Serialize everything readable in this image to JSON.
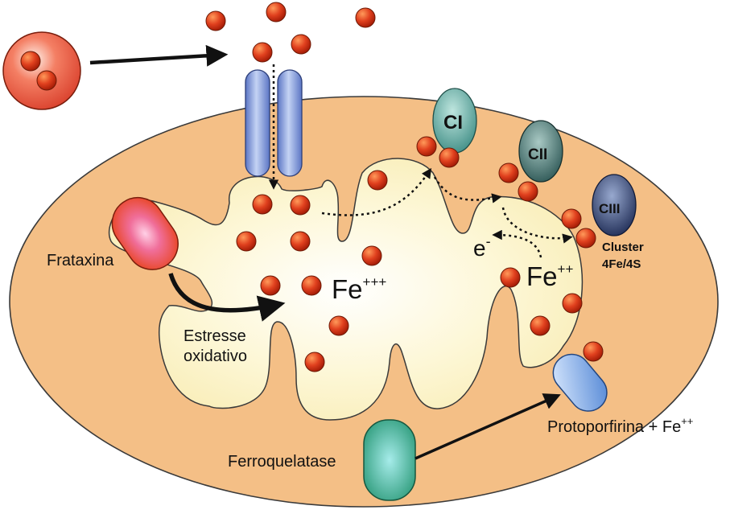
{
  "labels": {
    "frataxina": "Frataxina",
    "estresse_line1": "Estresse",
    "estresse_line2": "oxidativo",
    "fe3_base": "Fe",
    "fe3_sup": "+++",
    "fe2_base": "Fe",
    "fe2_sup": "++",
    "electron_base": "e",
    "electron_sup": "-",
    "cluster_line1": "Cluster",
    "cluster_line2": "4Fe/4S",
    "ferroquelatase": "Ferroquelatase",
    "protoporfirina": "Protoporfirina + Fe",
    "protoporfirina_sup": "++"
  },
  "complexes": {
    "c1": "CI",
    "c2": "CII",
    "c3": "CIII"
  },
  "colors": {
    "outer_membrane": "#f4bf86",
    "matrix": "#fdf6cc",
    "iron_ball": "#d9361a",
    "transporter": "#7f9ad8",
    "frataxin": "#e8506a",
    "complex_I": "#5ea9a0",
    "complex_II": "#3f6f6c",
    "complex_III": "#2e3f6e",
    "ferrochelatase": "#3fa88a",
    "protoporphyrin": "#6f9fe0"
  }
}
